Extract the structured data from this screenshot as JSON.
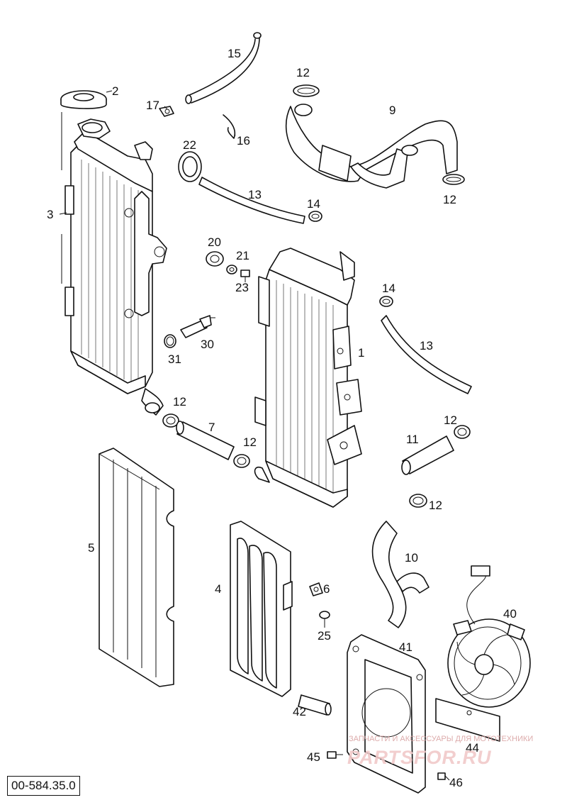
{
  "reference_code": "00-584.35.0",
  "callouts": [
    "1",
    "2",
    "3",
    "4",
    "5",
    "6",
    "7",
    "9",
    "10",
    "11",
    "12",
    "12",
    "12",
    "12",
    "12",
    "12",
    "13",
    "13",
    "14",
    "14",
    "15",
    "16",
    "17",
    "20",
    "21",
    "22",
    "23",
    "25",
    "30",
    "31",
    "40",
    "41",
    "42",
    "44",
    "45",
    "46"
  ],
  "watermark": {
    "caption": "ЗАПЧАСТИ И АКСЕССУАРЫ ДЛЯ МОТОТЕХНИКИ",
    "brand": "PARTSFOR.RU"
  }
}
